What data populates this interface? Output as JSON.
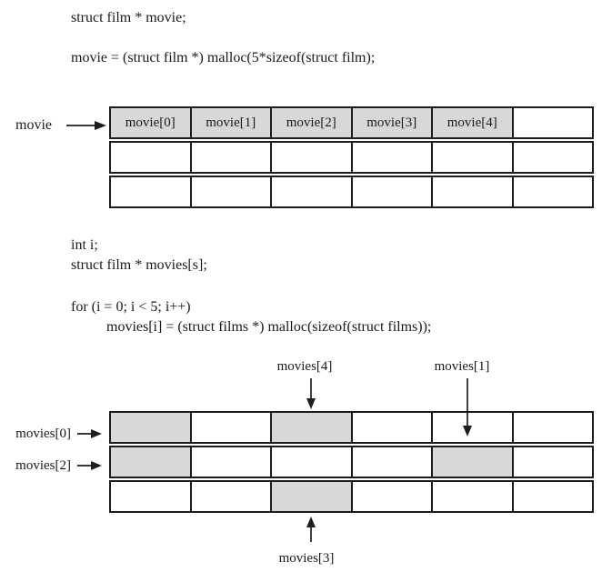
{
  "colors": {
    "shaded_cell": "#d8d8d8",
    "border": "#1d1d1d",
    "text": "#1a1a1a",
    "background": "#ffffff"
  },
  "code_block_top": {
    "line1": "struct film * movie;",
    "line2": "movie = (struct film *) malloc(5*sizeof(struct film);"
  },
  "diagram_top": {
    "pointer_label": "movie",
    "table": {
      "columns": 6,
      "rows": [
        {
          "cells": [
            "movie[0]",
            "movie[1]",
            "movie[2]",
            "movie[3]",
            "movie[4]",
            ""
          ],
          "shaded": [
            true,
            true,
            true,
            true,
            true,
            false
          ]
        },
        {
          "cells": [
            "",
            "",
            "",
            "",
            "",
            ""
          ],
          "shaded": [
            false,
            false,
            false,
            false,
            false,
            false
          ]
        },
        {
          "cells": [
            "",
            "",
            "",
            "",
            "",
            ""
          ],
          "shaded": [
            false,
            false,
            false,
            false,
            false,
            false
          ]
        }
      ]
    }
  },
  "code_block_bottom": {
    "line1": "int i;",
    "line2": "struct film * movies[s];",
    "line3": "for (i = 0; i < 5; i++)",
    "line4": "movies[i] = (struct films *) malloc(sizeof(struct films));"
  },
  "diagram_bottom": {
    "label_movies0": "movies[0]",
    "label_movies1": "movies[1]",
    "label_movies2": "movies[2]",
    "label_movies3": "movies[3]",
    "label_movies4": "movies[4]",
    "table": {
      "columns": 6,
      "rows": [
        {
          "cells": [
            "",
            "",
            "",
            "",
            "",
            ""
          ],
          "shaded": [
            true,
            false,
            true,
            false,
            false,
            false
          ]
        },
        {
          "cells": [
            "",
            "",
            "",
            "",
            "",
            ""
          ],
          "shaded": [
            true,
            false,
            false,
            false,
            true,
            false
          ]
        },
        {
          "cells": [
            "",
            "",
            "",
            "",
            "",
            ""
          ],
          "shaded": [
            false,
            false,
            true,
            false,
            false,
            false
          ]
        }
      ]
    }
  }
}
